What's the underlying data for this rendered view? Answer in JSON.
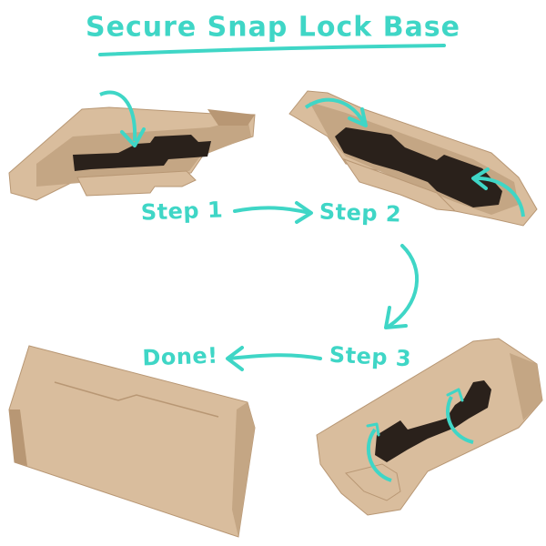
{
  "title": "Secure Snap Lock Base",
  "steps": {
    "step1": "Step 1",
    "step2": "Step 2",
    "step3": "Step 3",
    "done": "Done!"
  },
  "colors": {
    "accent": "#3fd6c6",
    "cardboard": "#d9bd9d",
    "cardboard_dark": "#c4a684",
    "cardboard_edge": "#b89774",
    "slot": "#2a211b"
  },
  "icons": [
    "curved-arrow-icon",
    "straight-arrow-icon"
  ]
}
